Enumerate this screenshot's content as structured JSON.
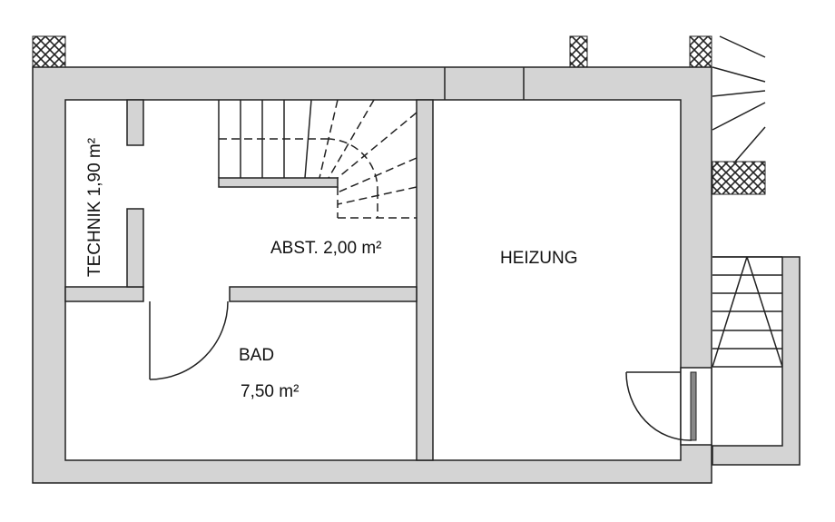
{
  "plan": {
    "rooms": [
      {
        "name": "TECHNIK",
        "area": "1,90 m²",
        "label": "TECHNIK 1,90 m²"
      },
      {
        "name": "ABST.",
        "area": "2,00 m²",
        "label": "ABST. 2,00 m²"
      },
      {
        "name": "HEIZUNG",
        "label": "HEIZUNG"
      },
      {
        "name": "BAD",
        "area": "7,50 m²",
        "label": "BAD"
      }
    ]
  },
  "colors": {
    "wall_fill": "#d4d4d4",
    "line": "#222222"
  }
}
